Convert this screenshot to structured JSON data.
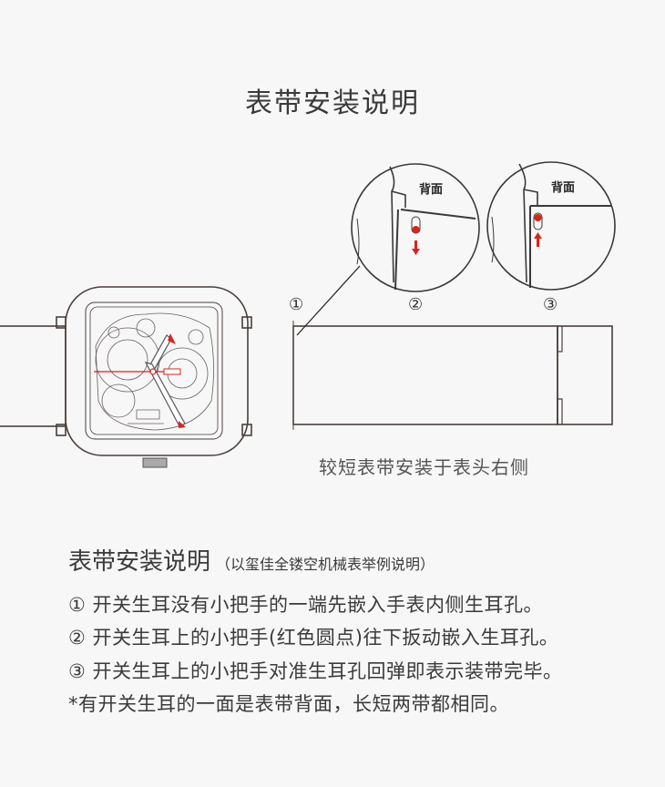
{
  "title": "表带安装说明",
  "diagram": {
    "back_label_2": "背面",
    "back_label_3": "背面",
    "step_markers": [
      "①",
      "②",
      "③"
    ],
    "caption": "较短表带安装于表头右侧",
    "accent_color": "#d9241b"
  },
  "instructions": {
    "heading": "表带安装说明",
    "subheading": "（以玺佳全镂空机械表举例说明）",
    "steps": [
      "① 开关生耳没有小把手的一端先嵌入手表内侧生耳孔。",
      "② 开关生耳上的小把手(红色圆点)往下扳动嵌入生耳孔。",
      "③ 开关生耳上的小把手对准生耳孔回弹即表示装带完毕。"
    ],
    "note": "*有开关生耳的一面是表带背面，长短两带都相同。"
  }
}
